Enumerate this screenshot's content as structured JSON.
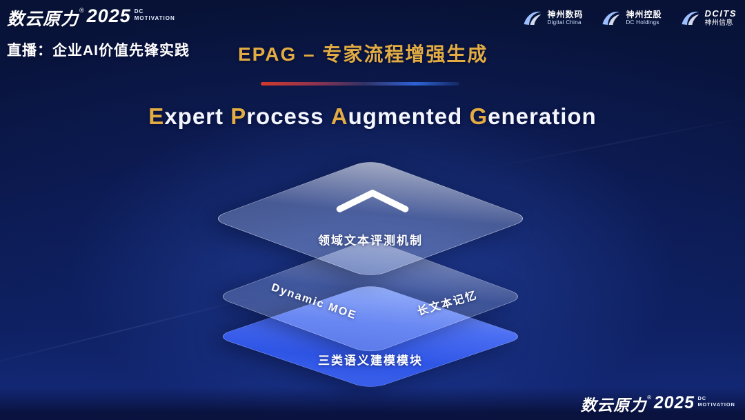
{
  "brand": {
    "name": "数云原力",
    "reg": "®",
    "year": "2025",
    "sub_top": "DC",
    "sub_bottom": "MOTIVATION"
  },
  "live_text": "直播：企业AI价值先锋实践",
  "logos": [
    {
      "line1": "神州数码",
      "line2": "Digital China"
    },
    {
      "line1": "神州控股",
      "line2": "DC Holdings"
    },
    {
      "line1": "DCITS",
      "line2": "神州信息"
    }
  ],
  "epag_title": "EPAG – 专家流程增强生成",
  "heading": {
    "l1": "E",
    "t1": "xpert ",
    "l2": "P",
    "t2": "rocess ",
    "l3": "A",
    "t3": "ugmented ",
    "l4": "G",
    "t4": "eneration"
  },
  "diagram": {
    "top_layer_label": "领域文本评测机制",
    "mid_layer_label_left": "Dynamic MOE",
    "mid_layer_label_right": "长文本记忆",
    "bottom_layer_label": "三类语义建模模块"
  },
  "colors": {
    "accent_gold": "#E2AC43",
    "divider_red": "#D23A2C",
    "divider_blue": "#2E63D6",
    "layer_blue": "#4066EE",
    "background_navy": "#0A1546"
  }
}
